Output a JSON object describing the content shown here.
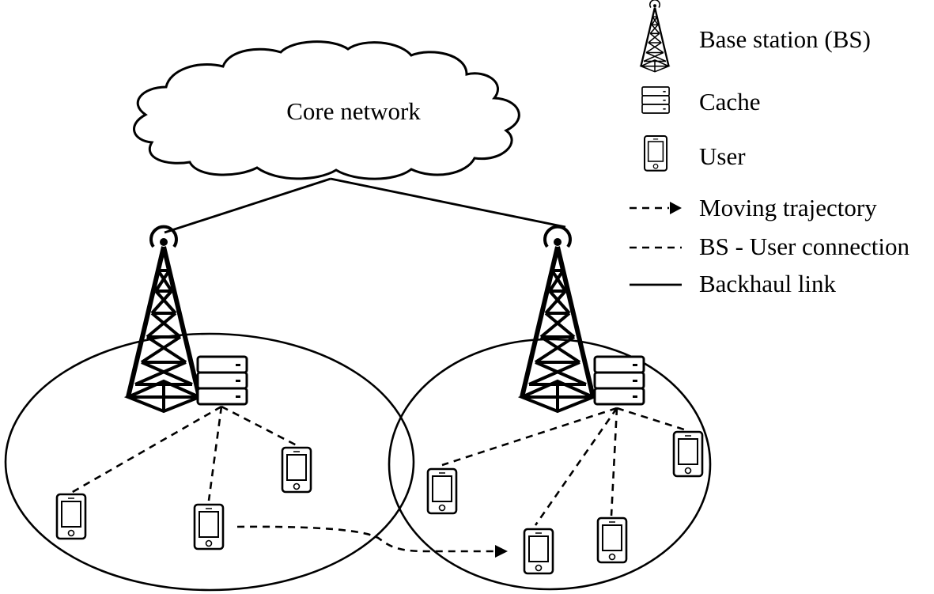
{
  "core_network": {
    "label": "Core network"
  },
  "legend": {
    "base_station": "Base station (BS)",
    "cache": "Cache",
    "user": "User",
    "moving_trajectory": "Moving trajectory",
    "bs_user_connection": "BS - User connection",
    "backhaul_link": "Backhaul link"
  },
  "cells": [
    {
      "users": 3
    },
    {
      "users": 4
    }
  ]
}
